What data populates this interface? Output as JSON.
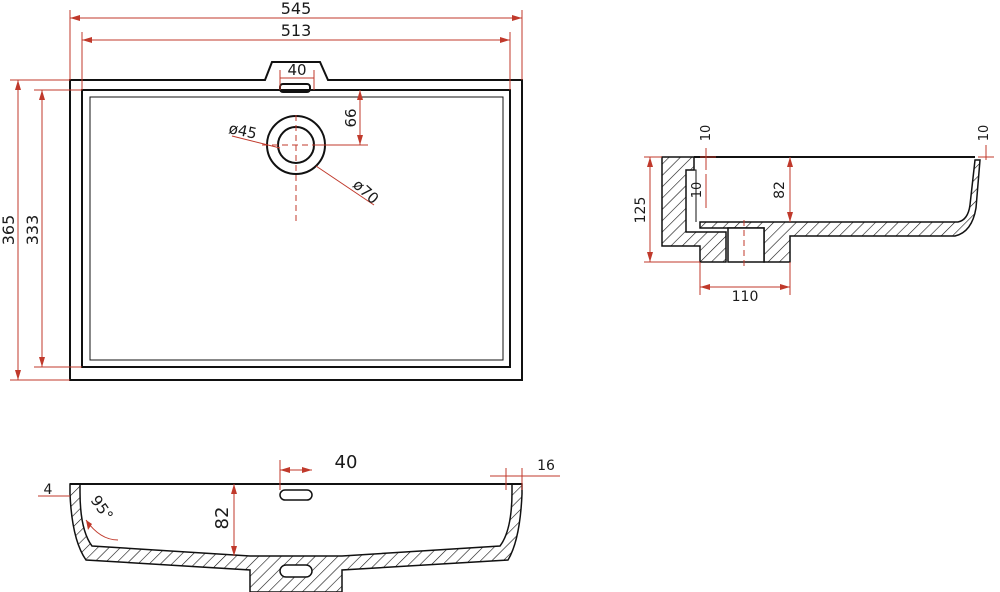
{
  "plan_view": {
    "dim_outer_width": "545",
    "dim_inner_width": "513",
    "dim_overflow_width": "40",
    "dim_drain_offset": "66",
    "dim_drain_inner": "ø45",
    "dim_drain_outer": "ø70",
    "dim_outer_depth": "365",
    "dim_inner_depth": "333"
  },
  "side_section": {
    "dim_rim_left": "10",
    "dim_rim_right": "10",
    "dim_inner_wall": "10",
    "dim_total_height": "125",
    "dim_basin_depth": "82",
    "dim_drain_base": "110"
  },
  "front_section": {
    "dim_overflow_width": "40",
    "dim_rim_overhang": "16",
    "dim_rim_thickness": "4",
    "dim_basin_depth": "82",
    "dim_wall_angle": "95°"
  }
}
